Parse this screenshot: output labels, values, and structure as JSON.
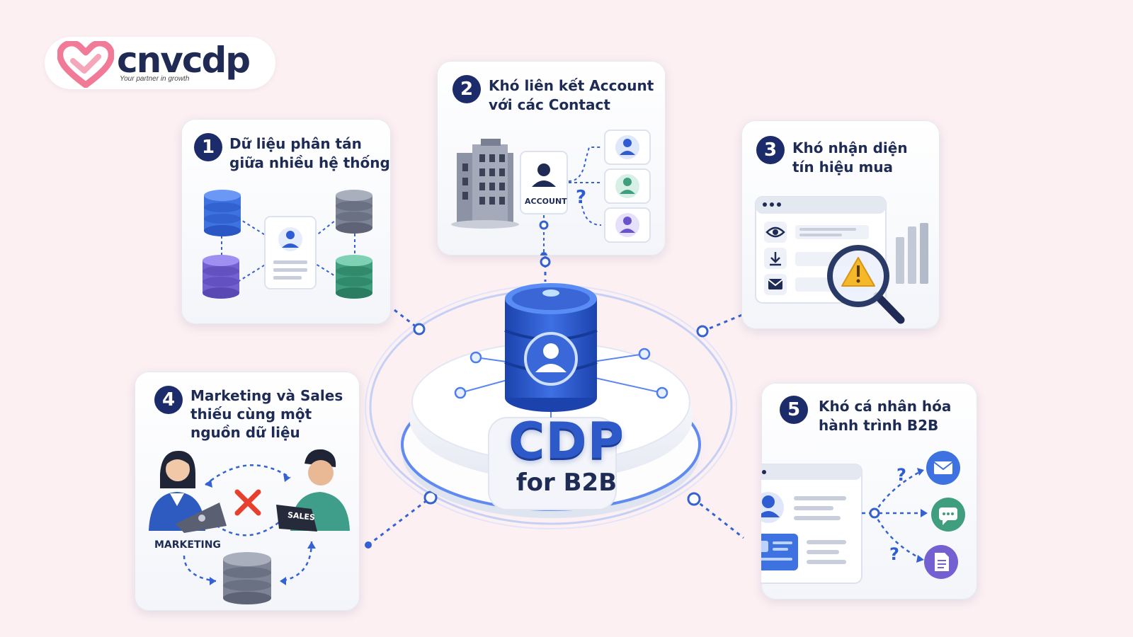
{
  "brand": {
    "name": "cnvcdp",
    "tagline": "Your partner in growth",
    "heart_color": "#f07a97",
    "text_color": "#1f2a55"
  },
  "center": {
    "title": "CDP",
    "subtitle": "for B2B",
    "title_color": "#2e59c8"
  },
  "cards": [
    {
      "number": "1",
      "title": "Dữ liệu phân tán\ngiữa nhiều hệ thống"
    },
    {
      "number": "2",
      "title": "Khó liên kết Account\nvới các Contact",
      "account_label": "ACCOUNT",
      "question": "?"
    },
    {
      "number": "3",
      "title": "Khó nhận diện\ntín hiệu mua"
    },
    {
      "number": "4",
      "title": "Marketing và Sales\nthiếu cùng một\nnguồn dữ liệu",
      "marketing_label": "MARKETING",
      "sales_label": "SALES"
    },
    {
      "number": "5",
      "title": "Khó cá nhân hóa\nhành trình B2B",
      "question_1": "?",
      "question_2": "?"
    }
  ],
  "icons": {
    "logo": "heart-logo-icon",
    "center": "user-database-icon",
    "card1": [
      "database-icon",
      "contact-card-icon"
    ],
    "card2": [
      "building-icon",
      "account-icon",
      "contact-avatar-icon"
    ],
    "card3": [
      "browser-window-icon",
      "eye-icon",
      "download-icon",
      "mail-icon",
      "magnifier-warning-icon",
      "bar-chart-icon"
    ],
    "card4": [
      "woman-laptop-icon",
      "man-laptop-icon",
      "red-x-icon",
      "database-icon"
    ],
    "card5": [
      "profile-window-icon",
      "email-channel-icon",
      "chat-channel-icon",
      "document-channel-icon"
    ]
  },
  "colors": {
    "accent": "#2e59c8",
    "navy": "#1c2b6a",
    "background": "#fcf0f3",
    "warning": "#f5b829",
    "error": "#e8402f"
  }
}
